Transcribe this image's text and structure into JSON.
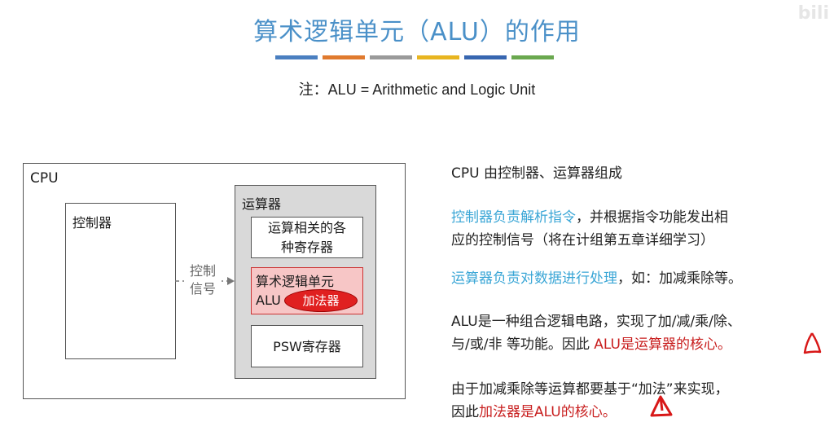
{
  "header": {
    "title": "算术逻辑单元（ALU）的作用",
    "watermark": "bili",
    "accent_colors": [
      "#4a7fc0",
      "#e07a2e",
      "#9a9a9a",
      "#e8b520",
      "#3766b0",
      "#6aa84f"
    ]
  },
  "note": "注：ALU = Arithmetic and Logic Unit",
  "diagram": {
    "cpu_label": "CPU",
    "controller_label": "控制器",
    "control_signal_line1": "控制",
    "control_signal_line2": "信号",
    "alu_unit_label": "运算器",
    "registers_line1": "运算相关的各",
    "registers_line2": "种寄存器",
    "alu_line1": "算术逻辑单元",
    "alu_line2": "ALU",
    "adder_label": "加法器",
    "psw_label": "PSW寄存器"
  },
  "explanations": {
    "p1": "CPU 由控制器、运算器组成",
    "p2_blue": "控制器负责解析指令",
    "p2_rest_line1": "，并根据指令功能发出相",
    "p2_line2": "应的控制信号（将在计组第五章详细学习）",
    "p3_blue": "运算器负责对数据进行处理",
    "p3_rest": "，如：加减乘除等。",
    "p4_line1": "ALU是一种组合逻辑电路，实现了加/减/乘/除、",
    "p4_line2_black": "与/或/非 等功能。因此 ",
    "p4_line2_red": "ALU是运算器的核心。",
    "p5_line1": "由于加减乘除等运算都要基于“加法”来实现，",
    "p5_line2_black": "因此",
    "p5_line2_red": "加法器是ALU的核心。"
  }
}
